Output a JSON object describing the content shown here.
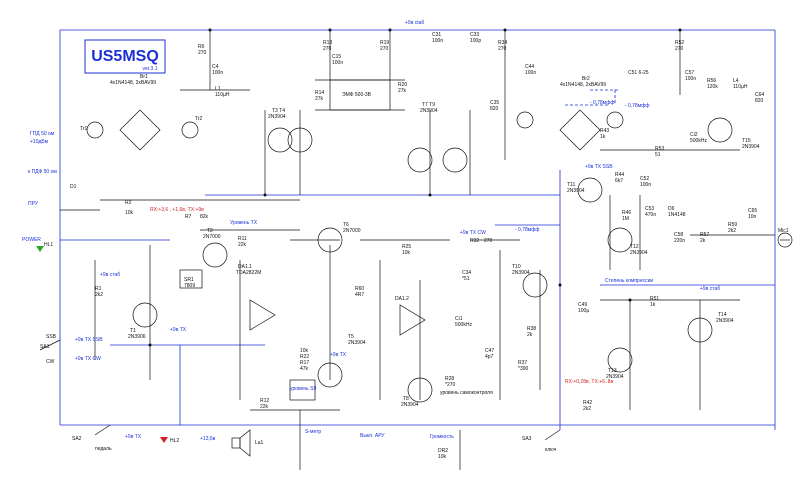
{
  "title_box": {
    "callsign": "US5MSQ",
    "version": "ver.3.1"
  },
  "rails": {
    "plus9_rx": "+9в сtаб",
    "plus9_rx2": "+9в стаб",
    "plus9_tx_ssb": "+9в TX SSB",
    "plus9_tx_cw": "+9в TX CW",
    "plus9_tx": "+9в TX",
    "plus13_6": "+13,6в",
    "plus9_rx_stab": "+9в стаб"
  },
  "notes": {
    "rx_tx_levels": "RX:+3,6 , +1,6в, TX:+9в",
    "rx_tx_levels2": "RX:+0,28в, TX:+6..8в",
    "level_tx": "Уровень TX",
    "level_s9": "уровень S9",
    "level_agc": "уровень самоконтроля",
    "level_compress": "Степень компрессии",
    "volume": "Громкость",
    "s_meter": "S-метр",
    "agc_off": "Выкл. АРУ",
    "minus078_1": "- 0,78мфф",
    "minus078_2": "- 0,78мфф",
    "minus078_3": "- 0,78мфф",
    "gpd_50": "ГПД 50 ом",
    "gpd_10": "+10дБм",
    "pdv_50": "к ПДФ 50 ом",
    "pru": "ПРУ",
    "power": "POWER",
    "pedal": "педаль",
    "key": "ключ"
  },
  "labels": [
    {
      "id": "R6",
      "t": "R6"
    },
    {
      "id": "R6v",
      "t": "270"
    },
    {
      "id": "C4",
      "t": "C4"
    },
    {
      "id": "C4v",
      "t": "100n"
    },
    {
      "id": "L1",
      "t": "L1"
    },
    {
      "id": "L1v",
      "t": "110µH"
    },
    {
      "id": "Br1",
      "t": "Br1"
    },
    {
      "id": "Br1v",
      "t": "4x1N4148, 2xBAV99"
    },
    {
      "id": "Tr1",
      "t": "Tr1"
    },
    {
      "id": "Tr2",
      "t": "Tr2"
    },
    {
      "id": "T3T4",
      "t": "T3  T4"
    },
    {
      "id": "T3T4v",
      "t": "2N3904"
    },
    {
      "id": "R18",
      "t": "R18"
    },
    {
      "id": "R18v",
      "t": "270"
    },
    {
      "id": "C15",
      "t": "C15"
    },
    {
      "id": "C15v",
      "t": "100n"
    },
    {
      "id": "R19",
      "t": "R19"
    },
    {
      "id": "R19v",
      "t": "270"
    },
    {
      "id": "C31",
      "t": "C31"
    },
    {
      "id": "C31v",
      "t": "100n"
    },
    {
      "id": "C33",
      "t": "C33"
    },
    {
      "id": "C33v",
      "t": "100p"
    },
    {
      "id": "R34",
      "t": "R34"
    },
    {
      "id": "R34v",
      "t": "270"
    },
    {
      "id": "C44",
      "t": "C44"
    },
    {
      "id": "C44v",
      "t": "100n"
    },
    {
      "id": "R52",
      "t": "R52"
    },
    {
      "id": "R52v",
      "t": "270"
    },
    {
      "id": "C57",
      "t": "C57"
    },
    {
      "id": "C57v",
      "t": "100n"
    },
    {
      "id": "R56",
      "t": "R56"
    },
    {
      "id": "R56v",
      "t": "120k"
    },
    {
      "id": "L4",
      "t": "L4"
    },
    {
      "id": "L4v",
      "t": "110µH"
    },
    {
      "id": "C64",
      "t": "C64"
    },
    {
      "id": "C64v",
      "t": "820"
    },
    {
      "id": "EMF",
      "t": "ЭМФ 500-3В"
    },
    {
      "id": "R14",
      "t": "R14"
    },
    {
      "id": "R14v",
      "t": "27k"
    },
    {
      "id": "R20",
      "t": "R20"
    },
    {
      "id": "R20v",
      "t": "27k"
    },
    {
      "id": "T7T9",
      "t": "T7  T9"
    },
    {
      "id": "T7T9v",
      "t": "2N3904"
    },
    {
      "id": "C35",
      "t": "C35"
    },
    {
      "id": "C35v",
      "t": "820"
    },
    {
      "id": "Br2",
      "t": "Br2"
    },
    {
      "id": "Br2v",
      "t": "4x1N4148, 2xBAV99"
    },
    {
      "id": "C51",
      "t": "C51  6-25"
    },
    {
      "id": "T15",
      "t": "T15"
    },
    {
      "id": "T15v",
      "t": "2N3904"
    },
    {
      "id": "R43",
      "t": "R43"
    },
    {
      "id": "R43v",
      "t": "1k"
    },
    {
      "id": "R53",
      "t": "R53"
    },
    {
      "id": "R53v",
      "t": "51"
    },
    {
      "id": "Ci2",
      "t": "Ci2"
    },
    {
      "id": "Ci2v",
      "t": "500kHz"
    },
    {
      "id": "T11",
      "t": "T11"
    },
    {
      "id": "T11v",
      "t": "2N3904"
    },
    {
      "id": "R44",
      "t": "R44"
    },
    {
      "id": "R44v",
      "t": "6k7"
    },
    {
      "id": "C52",
      "t": "C52"
    },
    {
      "id": "C52v",
      "t": "100n"
    },
    {
      "id": "R46",
      "t": "R46"
    },
    {
      "id": "R46v",
      "t": "1M"
    },
    {
      "id": "C53",
      "t": "C53"
    },
    {
      "id": "C53v",
      "t": "470n"
    },
    {
      "id": "D6",
      "t": "D6"
    },
    {
      "id": "D6v",
      "t": "1N4148"
    },
    {
      "id": "T12",
      "t": "T12"
    },
    {
      "id": "T12v",
      "t": "2N3904"
    },
    {
      "id": "C58",
      "t": "C58"
    },
    {
      "id": "C58v",
      "t": "220n"
    },
    {
      "id": "R57",
      "t": "R57"
    },
    {
      "id": "R57v",
      "t": "2k"
    },
    {
      "id": "Mic1",
      "t": "Mic1"
    },
    {
      "id": "R59",
      "t": "R59"
    },
    {
      "id": "R59v",
      "t": "2k2"
    },
    {
      "id": "C65",
      "t": "C65"
    },
    {
      "id": "C65v",
      "t": "10n"
    },
    {
      "id": "R1",
      "t": "R1"
    },
    {
      "id": "R1v",
      "t": "2k2"
    },
    {
      "id": "T1",
      "t": "T1"
    },
    {
      "id": "T1v",
      "t": "2N3906"
    },
    {
      "id": "T2",
      "t": "T2"
    },
    {
      "id": "T2v",
      "t": "2N7000"
    },
    {
      "id": "R7",
      "t": "R7"
    },
    {
      "id": "R7v",
      "t": "82k"
    },
    {
      "id": "R11",
      "t": "R11"
    },
    {
      "id": "R11v",
      "t": "22k"
    },
    {
      "id": "DA1",
      "t": "DA1.1"
    },
    {
      "id": "DA1v",
      "t": "TDA2822M"
    },
    {
      "id": "SR1",
      "t": "SR1"
    },
    {
      "id": "SR1v",
      "t": "7809"
    },
    {
      "id": "T6",
      "t": "T6"
    },
    {
      "id": "T6v",
      "t": "2N7000"
    },
    {
      "id": "T5",
      "t": "T5"
    },
    {
      "id": "T5v",
      "t": "2N3904"
    },
    {
      "id": "R17",
      "t": "R17"
    },
    {
      "id": "R17v",
      "t": "47k"
    },
    {
      "id": "DA12",
      "t": "DA1.2"
    },
    {
      "id": "R25",
      "t": "R25"
    },
    {
      "id": "R25v",
      "t": "10k"
    },
    {
      "id": "T8",
      "t": "T8"
    },
    {
      "id": "T8v",
      "t": "2N3904"
    },
    {
      "id": "T10",
      "t": "T10"
    },
    {
      "id": "T10v",
      "t": "2N3904"
    },
    {
      "id": "T13",
      "t": "T13"
    },
    {
      "id": "T13v",
      "t": "2N3904"
    },
    {
      "id": "T14",
      "t": "T14"
    },
    {
      "id": "T14v",
      "t": "2N3904"
    },
    {
      "id": "R12",
      "t": "R12"
    },
    {
      "id": "R12v",
      "t": "22k"
    },
    {
      "id": "La1",
      "t": "La1"
    },
    {
      "id": "R42",
      "t": "R42"
    },
    {
      "id": "R42v",
      "t": "2k2"
    },
    {
      "id": "R51",
      "t": "R51"
    },
    {
      "id": "R51v",
      "t": "1k"
    },
    {
      "id": "R28",
      "t": "R28"
    },
    {
      "id": "R28v",
      "t": "*270"
    },
    {
      "id": "R2",
      "t": "R2"
    },
    {
      "id": "R2v",
      "t": "10k"
    },
    {
      "id": "D1",
      "t": "D1"
    },
    {
      "id": "SA1",
      "t": "SA1"
    },
    {
      "id": "SA2",
      "t": "SA2"
    },
    {
      "id": "SA3",
      "t": "SA3"
    },
    {
      "id": "HL1",
      "t": "HL1"
    },
    {
      "id": "HL2",
      "t": "HL2"
    },
    {
      "id": "SSB",
      "t": "SSB"
    },
    {
      "id": "CW",
      "t": "CW"
    },
    {
      "id": "R32",
      "t": "R32"
    },
    {
      "id": "R32v",
      "t": "270"
    },
    {
      "id": "C34",
      "t": "C34"
    },
    {
      "id": "C34v",
      "t": "*51"
    },
    {
      "id": "Ci1",
      "t": "Ci1"
    },
    {
      "id": "Ci1v",
      "t": "500kHz"
    },
    {
      "id": "C47",
      "t": "C47"
    },
    {
      "id": "C47v",
      "t": "4p7"
    },
    {
      "id": "R37",
      "t": "R37"
    },
    {
      "id": "R37v",
      "t": "*390"
    },
    {
      "id": "R38",
      "t": "R38"
    },
    {
      "id": "R38v",
      "t": "2k"
    },
    {
      "id": "C49",
      "t": "C49"
    },
    {
      "id": "C49v",
      "t": "100µ"
    },
    {
      "id": "R60",
      "t": "R60"
    },
    {
      "id": "R60v",
      "t": "4R7"
    },
    {
      "id": "R22",
      "t": "R22"
    },
    {
      "id": "R22v",
      "t": "10k"
    },
    {
      "id": "DR2",
      "t": "DR2"
    },
    {
      "id": "DR2v",
      "t": "10k"
    }
  ]
}
